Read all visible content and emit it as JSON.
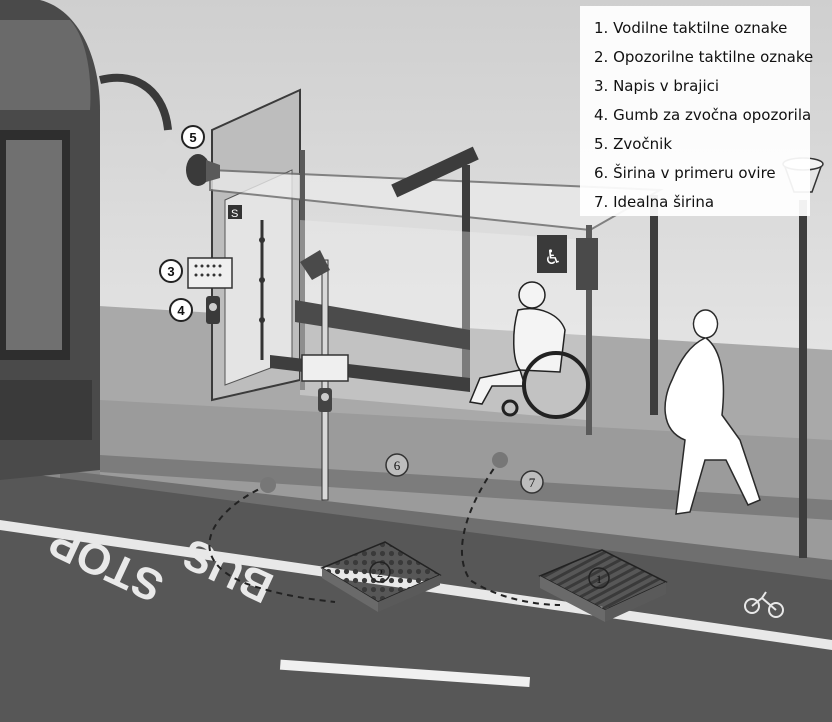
{
  "legend": {
    "items": [
      "1. Vodilne taktilne oznake",
      "2. Opozorilne taktilne oznake",
      "3. Napis v brajici",
      "4. Gumb za zvočna opozorila",
      "5. Zvočnik",
      "6. Širina v primeru ovire",
      "7. Idealna širina"
    ]
  },
  "callouts": {
    "c1": "1",
    "c2": "2",
    "c3": "3",
    "c4": "4",
    "c5": "5",
    "c6": "6",
    "c7": "7"
  },
  "road_marking": {
    "bus": "BUS",
    "stop": "STOP"
  },
  "stop_sign": "S",
  "colors": {
    "road": "#5a5a5a",
    "sidewalk": "#a6a6a6",
    "platform": "#8f8f8f",
    "sky": "#d9d9d9",
    "legend_bg": "#ffffff"
  }
}
